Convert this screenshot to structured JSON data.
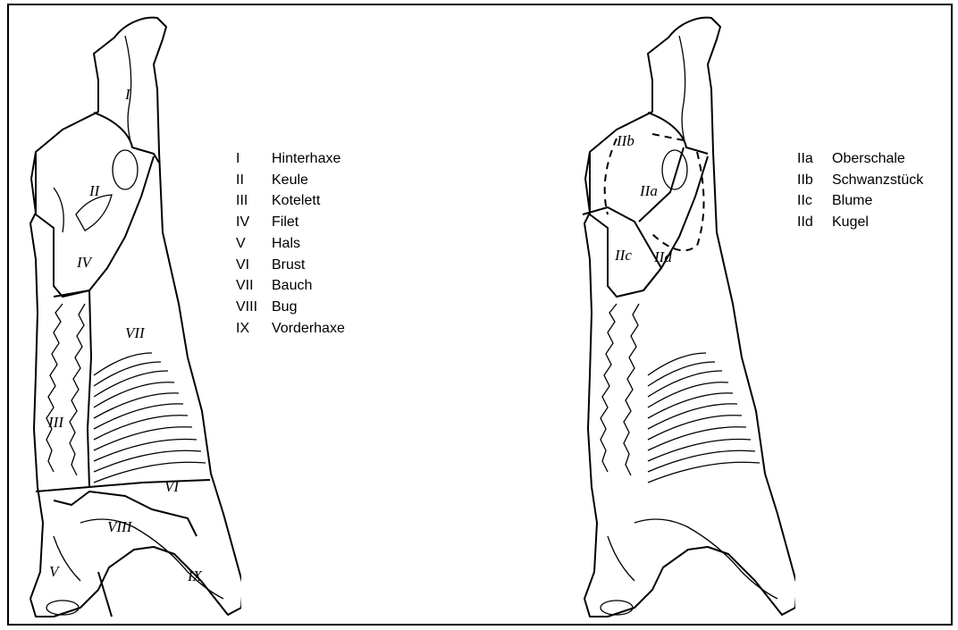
{
  "left_diagram": {
    "region_labels": [
      "I",
      "II",
      "III",
      "IV",
      "V",
      "VI",
      "VII",
      "VIII",
      "IX"
    ],
    "legend": [
      {
        "num": "I",
        "name": "Hinterhaxe"
      },
      {
        "num": "II",
        "name": "Keule"
      },
      {
        "num": "III",
        "name": "Kotelett"
      },
      {
        "num": "IV",
        "name": "Filet"
      },
      {
        "num": "V",
        "name": "Hals"
      },
      {
        "num": "VI",
        "name": "Brust"
      },
      {
        "num": "VII",
        "name": "Bauch"
      },
      {
        "num": "VIII",
        "name": "Bug"
      },
      {
        "num": "IX",
        "name": "Vorderhaxe"
      }
    ]
  },
  "right_diagram": {
    "region_labels": [
      "IIa",
      "IIb",
      "IIc",
      "IId"
    ],
    "legend": [
      {
        "num": "IIa",
        "name": "Oberschale"
      },
      {
        "num": "IIb",
        "name": "Schwanzstück"
      },
      {
        "num": "IIc",
        "name": "Blume"
      },
      {
        "num": "IId",
        "name": "Kugel"
      }
    ]
  }
}
